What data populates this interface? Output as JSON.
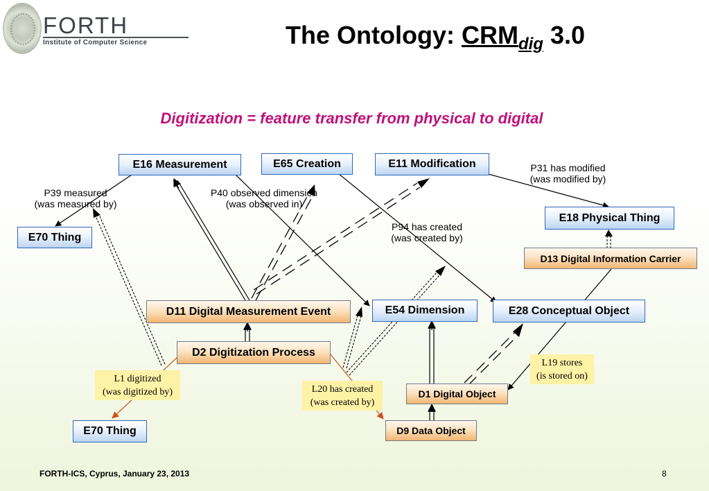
{
  "logo": {
    "name": "FORTH",
    "subtitle": "Institute of Computer Science",
    "seal_icon": "seal-emblem-icon"
  },
  "title": {
    "prefix": "The Ontology: ",
    "crm": "CRM",
    "sub": "dig",
    "version": " 3.0"
  },
  "subtitle": "Digitization = feature transfer from physical to digital",
  "nodes": {
    "e16": "E16 Measurement",
    "e65": "E65 Creation",
    "e11": "E11 Modification",
    "e70_top": "E70 Thing",
    "e18": "E18 Physical Thing",
    "d13": "D13 Digital Information Carrier",
    "d11": "D11 Digital Measurement Event",
    "e54": "E54 Dimension",
    "e28": "E28 Conceptual Object",
    "d2": "D2 Digitization Process",
    "d1": "D1 Digital Object",
    "e70_bottom": "E70 Thing",
    "d9": "D9 Data Object"
  },
  "labels": {
    "p39": [
      "P39 measured",
      "(was measured by)"
    ],
    "p40": [
      "P40 observed dimension",
      "(was observed in)"
    ],
    "p31": [
      "P31 has  modified",
      "(was modified by)"
    ],
    "p94": [
      "P94 has created",
      "(was created by)"
    ],
    "l1": [
      "L1 digitized",
      "(was digitized by)"
    ],
    "l20": [
      "L20 has created",
      "(was created by)"
    ],
    "l19": [
      "L19 stores",
      "(is stored on)"
    ]
  },
  "colors": {
    "accent_magenta": "#c0107a",
    "node_border_blue": "#2f67b8",
    "orange_arrow": "#d4501e",
    "yellow_label": "#fdf2a6"
  },
  "footer": "FORTH-ICS, Cyprus, January 23, 2013",
  "page_number": "8"
}
